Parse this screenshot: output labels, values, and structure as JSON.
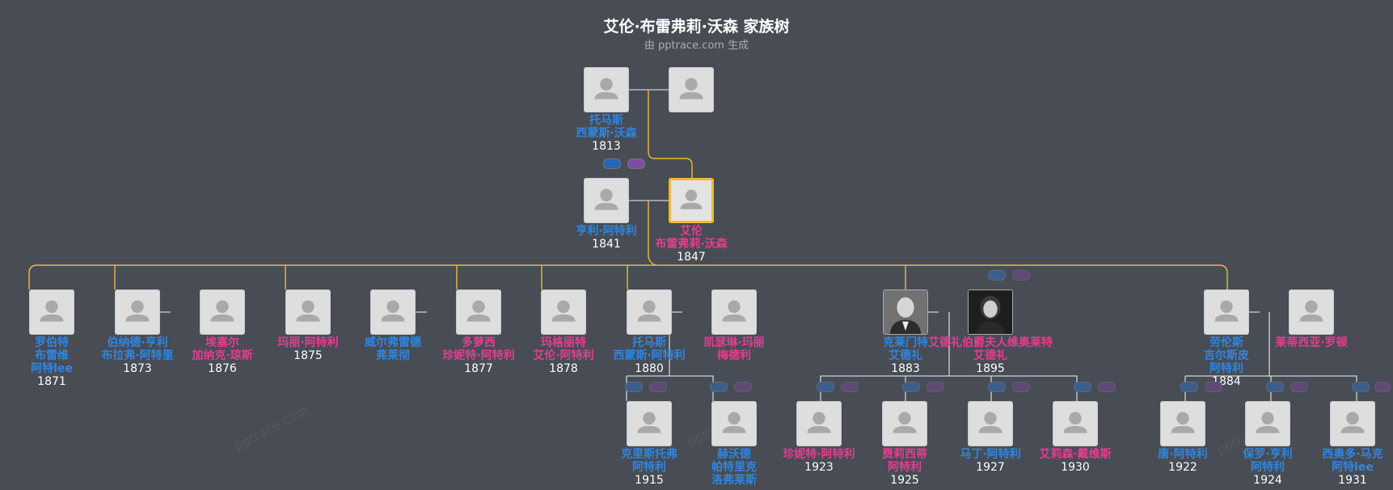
{
  "header": {
    "title": "艾伦·布雷弗莉·沃森 家族树",
    "subtitle": "由 pptrace.com 生成"
  },
  "watermark": "pptrace.com",
  "colors": {
    "male": "#2f86e0",
    "female": "#e63d8f",
    "focus_line": "#f2b833",
    "line": "#cfd3d8"
  },
  "people": [
    {
      "id": "p1",
      "name": "托马斯\n西蒙斯·沃森",
      "year": "1813",
      "gender": "male"
    },
    {
      "id": "p2",
      "name": "",
      "year": "",
      "gender": "female"
    },
    {
      "id": "p3",
      "name": "亨利·阿特利",
      "year": "1841",
      "gender": "male"
    },
    {
      "id": "p4",
      "name": "艾伦\n布雷弗莉·沃森",
      "year": "1847",
      "gender": "female",
      "focus": true
    },
    {
      "id": "c1",
      "name": "罗伯特\n布雷维\n阿特lee",
      "year": "1871",
      "gender": "male"
    },
    {
      "id": "c2",
      "name": "伯纳德·亨利\n布拉弗·阿特里",
      "year": "1873",
      "gender": "male"
    },
    {
      "id": "c2s",
      "name": "埃塞尔\n加纳克·琼斯",
      "year": "1876",
      "gender": "female"
    },
    {
      "id": "c3",
      "name": "玛丽·阿特利",
      "year": "1875",
      "gender": "female"
    },
    {
      "id": "c4s",
      "name": "威尔弗雷德\n弗莱彻",
      "year": "",
      "gender": "male"
    },
    {
      "id": "c4",
      "name": "多萝西\n珍妮特·阿特利",
      "year": "1877",
      "gender": "female"
    },
    {
      "id": "c5",
      "name": "玛格丽特\n艾伦·阿特利",
      "year": "1878",
      "gender": "female"
    },
    {
      "id": "c6",
      "name": "托马斯\n西蒙斯·阿特利",
      "year": "1880",
      "gender": "male"
    },
    {
      "id": "c6s",
      "name": "凯瑟琳·玛丽\n梅德利",
      "year": "",
      "gender": "female"
    },
    {
      "id": "c7",
      "name": "克莱门特\n艾德礼",
      "year": "1883",
      "gender": "male",
      "photo": true
    },
    {
      "id": "c7s",
      "name": "艾德礼伯爵夫人维奥莱特\n艾德礼",
      "year": "1895",
      "gender": "female",
      "photo": true
    },
    {
      "id": "c8",
      "name": "劳伦斯\n吉尔斯皮\n阿特利",
      "year": "1884",
      "gender": "male"
    },
    {
      "id": "c8s",
      "name": "莱蒂西亚·罗顿",
      "year": "",
      "gender": "female"
    },
    {
      "id": "g1",
      "name": "克里斯托弗\n阿特利",
      "year": "1915",
      "gender": "male"
    },
    {
      "id": "g2",
      "name": "赫沃德\n帕特里克\n洛弗莱斯",
      "year": "",
      "gender": "male"
    },
    {
      "id": "g3",
      "name": "珍妮特·阿特利",
      "year": "1923",
      "gender": "female"
    },
    {
      "id": "g4",
      "name": "费莉西蒂\n阿特利",
      "year": "1925",
      "gender": "female"
    },
    {
      "id": "g5",
      "name": "马丁·阿特利",
      "year": "1927",
      "gender": "male"
    },
    {
      "id": "g6",
      "name": "艾莉森·戴维斯",
      "year": "1930",
      "gender": "female"
    },
    {
      "id": "g7",
      "name": "唐·阿特利",
      "year": "1922",
      "gender": "male"
    },
    {
      "id": "g8",
      "name": "保罗·亨利\n阿特利",
      "year": "1924",
      "gender": "male"
    },
    {
      "id": "g9",
      "name": "西奥多·马克\n阿特lee",
      "year": "1931",
      "gender": "male"
    }
  ]
}
